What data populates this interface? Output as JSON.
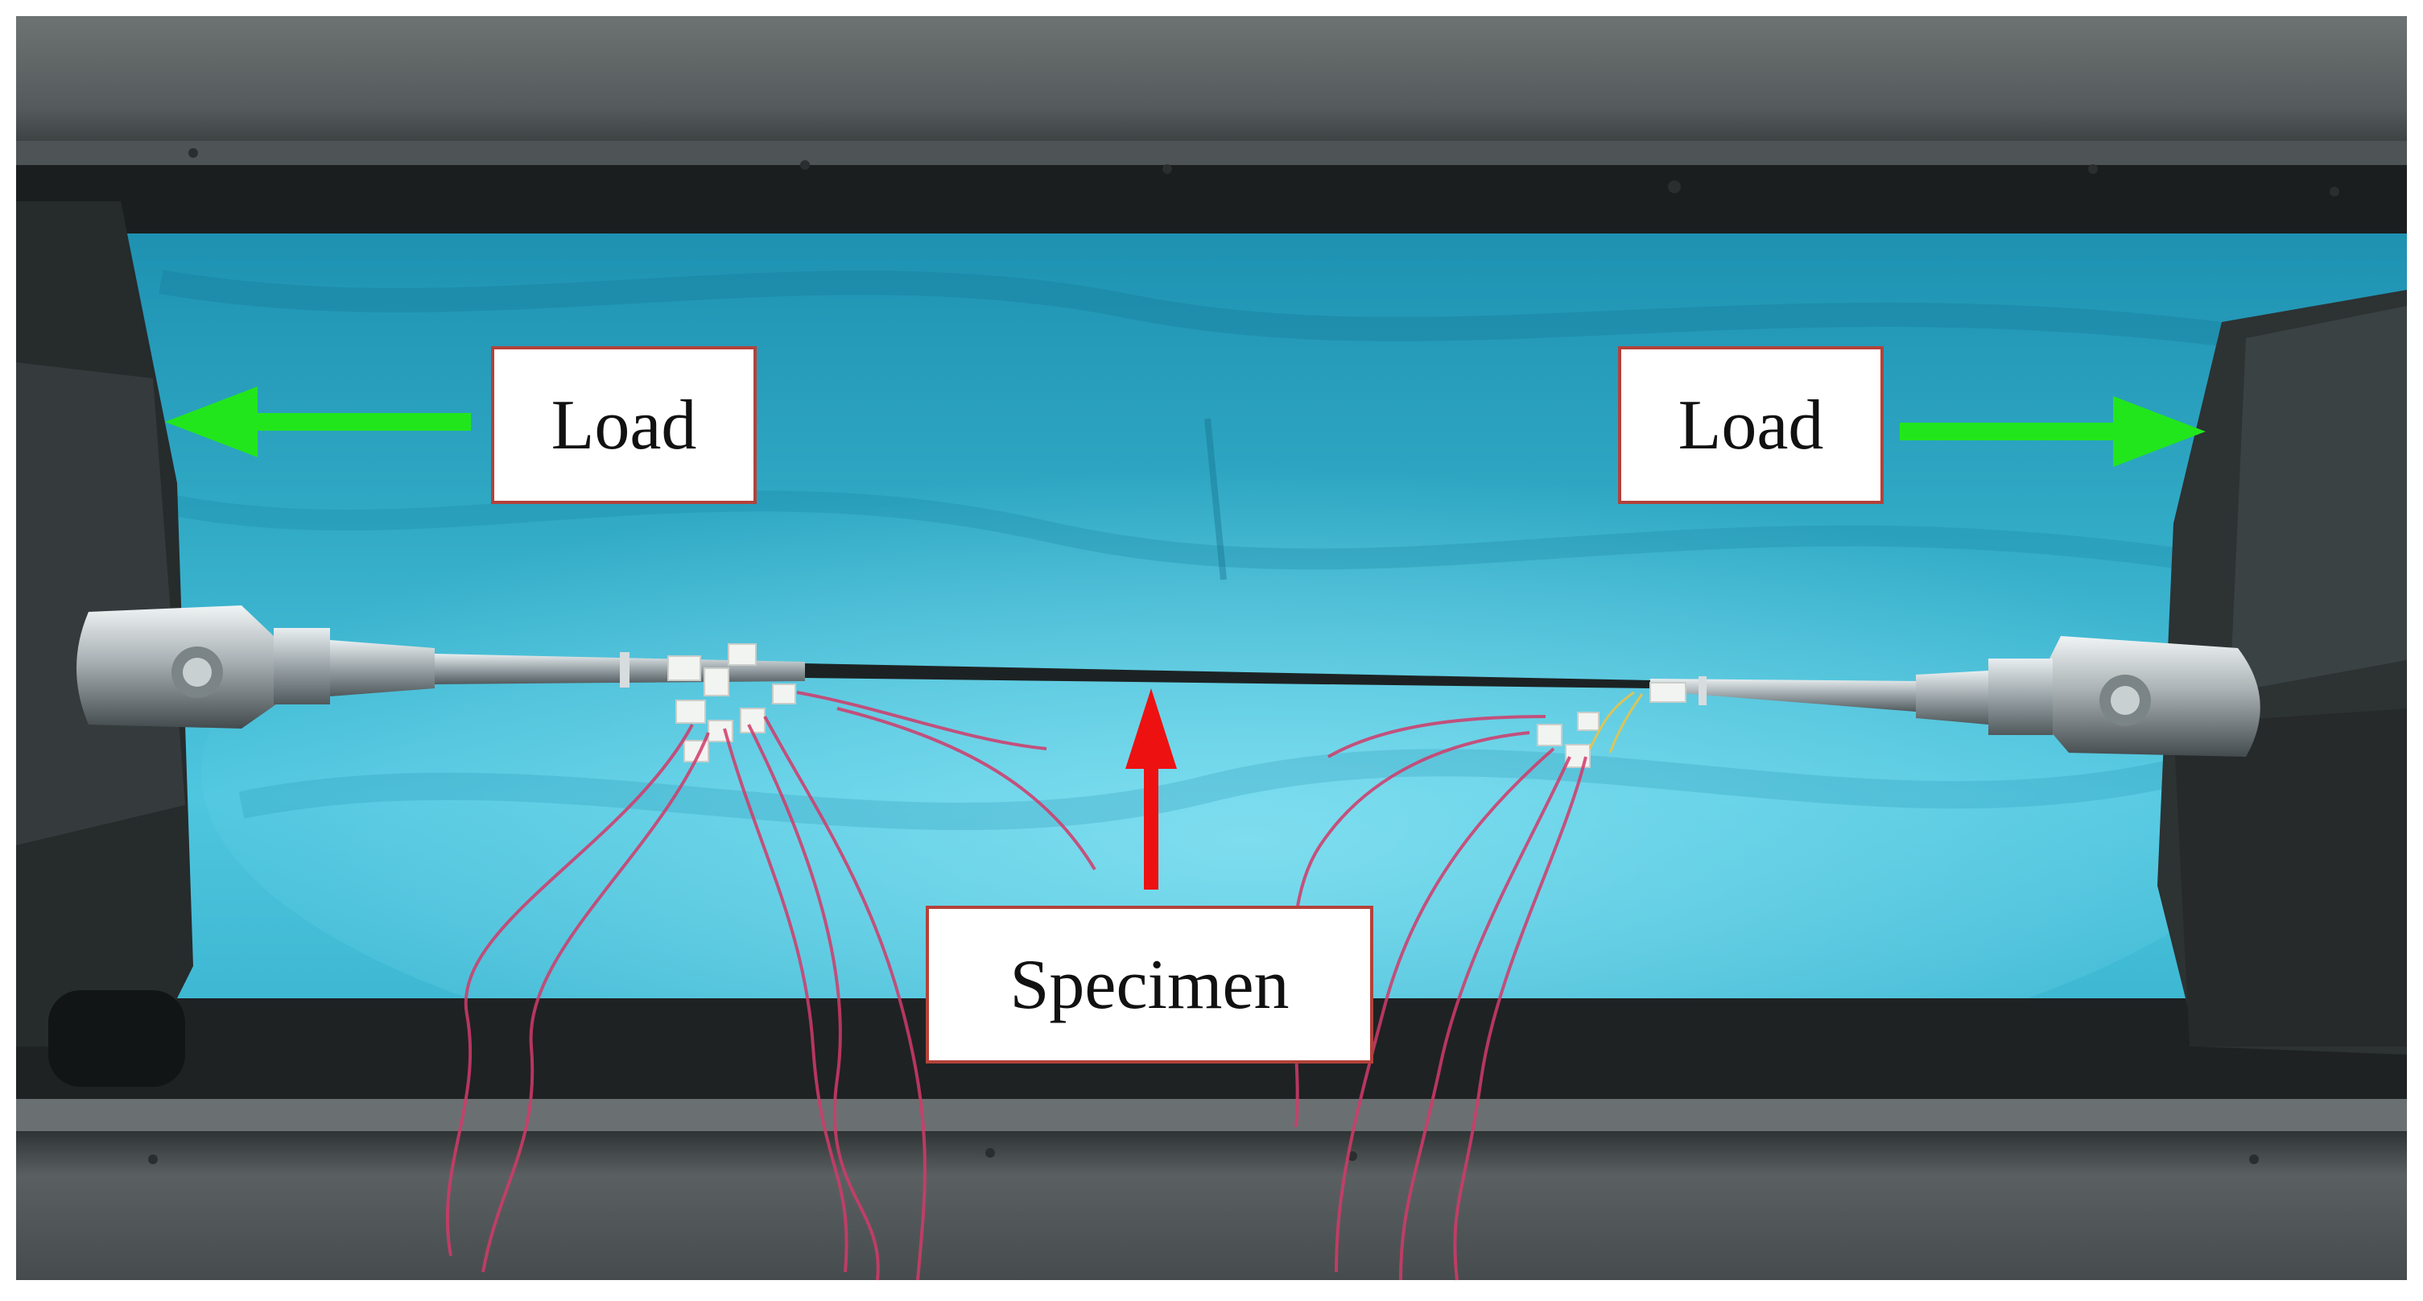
{
  "labels": {
    "load_left": "Load",
    "load_right": "Load",
    "specimen": "Specimen"
  },
  "colors": {
    "load_arrow": "#22e61c",
    "specimen_arrow": "#ee1111",
    "label_border": "#b3423a",
    "backdrop_cloth": "#2fa8c4",
    "machine_frame": "#3e4446"
  },
  "icons": {
    "load_left_arrow": "arrow-left-icon",
    "load_right_arrow": "arrow-right-icon",
    "specimen_arrow": "arrow-up-icon"
  }
}
